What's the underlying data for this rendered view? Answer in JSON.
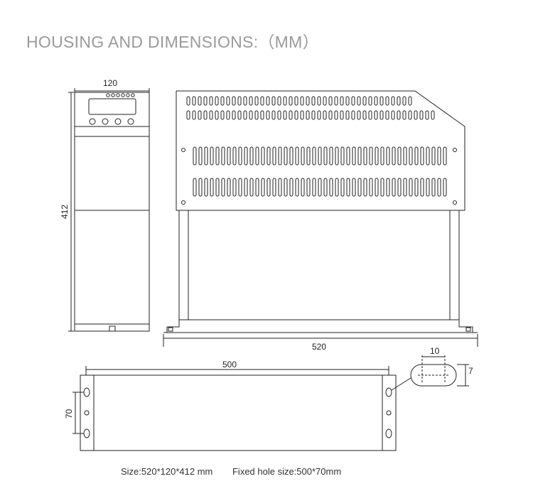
{
  "title": "HOUSING AND DIMENSIONS:（MM）",
  "dimensions": {
    "front_width": "120",
    "front_height": "412",
    "side_width": "520",
    "base_length": "500",
    "base_hole_spacing": "70",
    "slot_width": "10",
    "slot_height": "7"
  },
  "captions": {
    "size": "Size:520*120*412 mm",
    "fixed_hole": "Fixed hole size:500*70mm"
  },
  "colors": {
    "title": "#9a9a9a",
    "line": "#222222"
  }
}
